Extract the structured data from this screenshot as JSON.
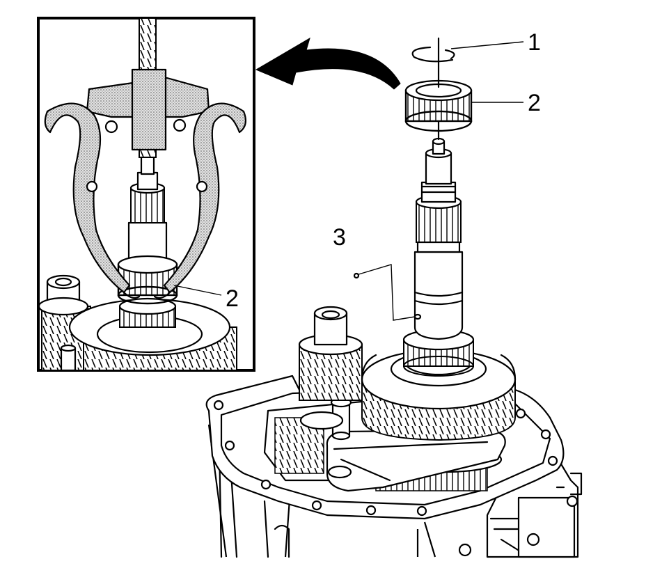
{
  "callouts": [
    {
      "id": "1",
      "label": "1"
    },
    {
      "id": "2",
      "label": "2"
    },
    {
      "id": "3",
      "label": "3"
    },
    {
      "id": "2-inset",
      "label": "2"
    }
  ],
  "components": {
    "snap_ring": "snap-ring",
    "bearing": "bearing",
    "groove": "snap-ring-groove",
    "puller": "bearing-puller",
    "shaft": "mainshaft",
    "case": "transmission-case"
  },
  "colors": {
    "ink": "#000000",
    "background": "#ffffff",
    "stipple": "#9a9a9a"
  }
}
